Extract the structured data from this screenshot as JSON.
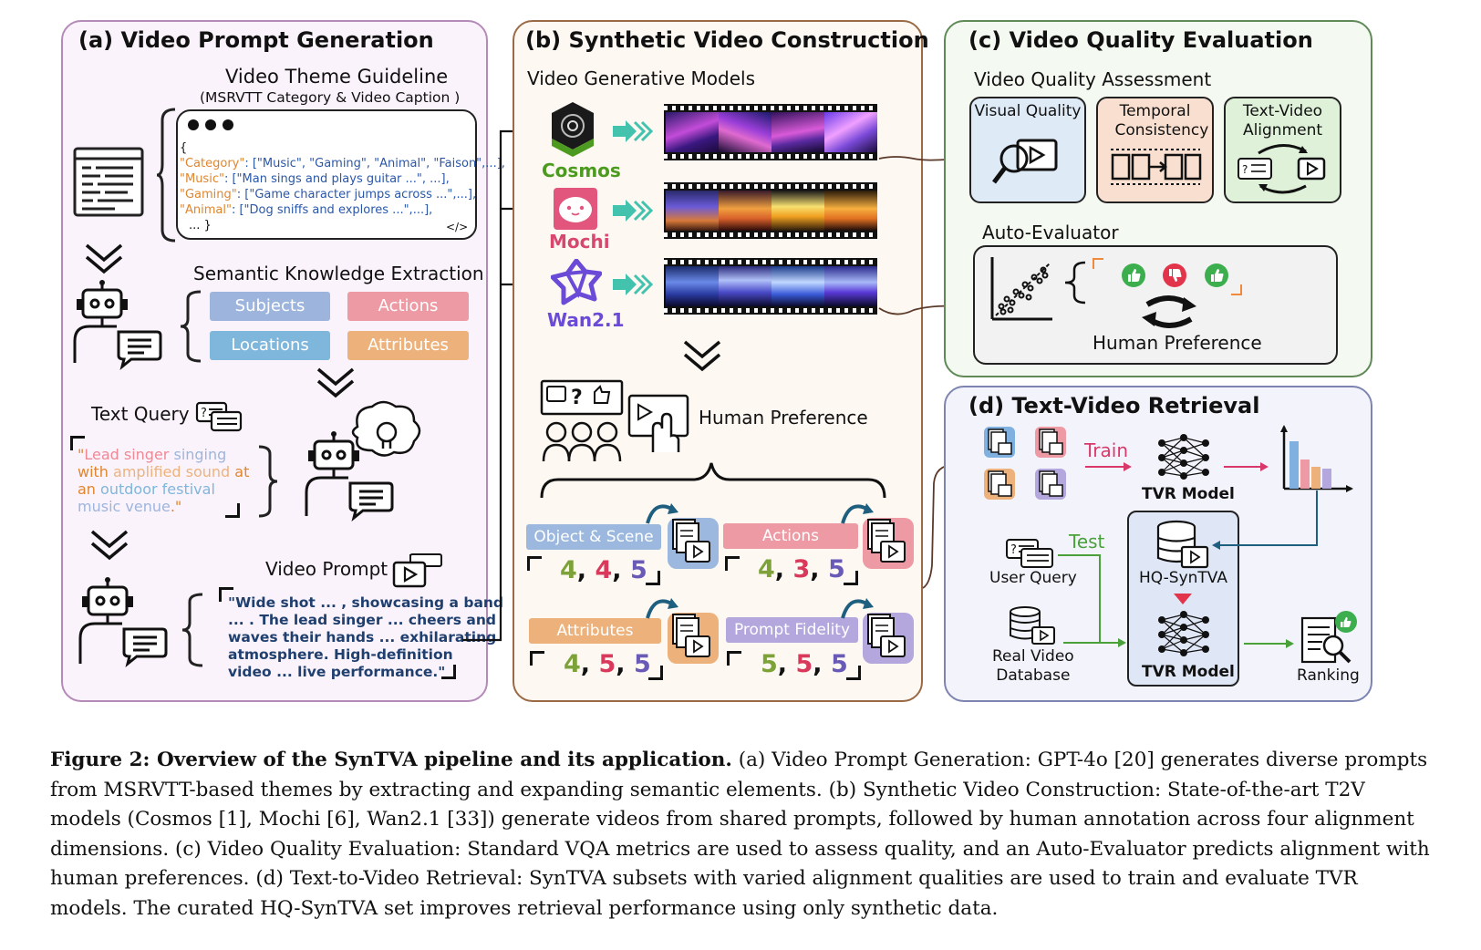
{
  "panel_a": {
    "title": "(a) Video Prompt Generation",
    "theme_title": "Video Theme Guideline",
    "theme_sub": "(MSRVTT Category & Video Caption )",
    "json_lines": [
      {
        "key": "",
        "val": "{"
      },
      {
        "key": "\"Category\"",
        "val": ": [\"Music\", \"Gaming\", \"Animal\", \"Faison\",...],"
      },
      {
        "key": "\"Music\"",
        "val": ": [\"Man sings and plays guitar ...\", ...],"
      },
      {
        "key": "\"Gaming\"",
        "val": ": [\"Game character jumps across ...\",...],"
      },
      {
        "key": "\"Animal\"",
        "val": ": [\"Dog sniffs and explores ...\",...],"
      },
      {
        "key": "",
        "val": "... }"
      }
    ],
    "code_icon": "</>",
    "ske_title": "Semantic Knowledge Extraction",
    "tags": [
      "Subjects",
      "Actions",
      "Locations",
      "Attributes"
    ],
    "text_query_label": "Text Query",
    "query_parts": [
      "\"",
      "Lead singer",
      " singing",
      " with",
      " amplified sound",
      " at",
      " an",
      " outdoor festival",
      " music venue",
      ".\""
    ],
    "video_prompt_label": "Video Prompt",
    "video_prompt_text": [
      "\"Wide shot ... , showcasing a band",
      "... . The lead singer ... cheers and",
      "waves their hands ... exhilarating",
      "atmosphere. High-definition",
      "video ... live performance.\""
    ]
  },
  "panel_b": {
    "title": "(b) Synthetic Video Construction",
    "models_label": "Video Generative Models",
    "models": [
      "Cosmos",
      "Mochi",
      "Wan2.1"
    ],
    "human_pref": "Human Preference",
    "dims": [
      {
        "label": "Object & Scene",
        "scores": [
          "4",
          "4",
          "5"
        ]
      },
      {
        "label": "Actions",
        "scores": [
          "4",
          "3",
          "5"
        ]
      },
      {
        "label": "Attributes",
        "scores": [
          "4",
          "5",
          "5"
        ]
      },
      {
        "label": "Prompt Fidelity",
        "scores": [
          "5",
          "5",
          "5"
        ]
      }
    ]
  },
  "panel_c": {
    "title": "(c) Video Quality Evaluation",
    "vqa_label": "Video Quality Assessment",
    "cards": [
      "Visual Quality",
      "Temporal Consistency",
      "Text-Video Alignment"
    ],
    "auto_eval": "Auto-Evaluator",
    "human_pref": "Human Preference"
  },
  "panel_d": {
    "title": "(d) Text-Video Retrieval",
    "train": "Train",
    "test": "Test",
    "tvr_model": "TVR Model",
    "hq": "HQ-SynTVA",
    "user_query": "User Query",
    "real_db": [
      "Real Video",
      "Database"
    ],
    "ranking": "Ranking"
  },
  "caption": {
    "bold": "Figure 2: Overview of the SynTVA pipeline and its application.",
    "text": " (a) Video Prompt Generation: GPT-4o [20] generates diverse prompts from MSRVTT-based themes by extracting and expanding semantic elements. (b) Synthetic Video Construction: State-of-the-art T2V models (Cosmos [1], Mochi [6], Wan2.1 [33]) generate videos from shared prompts, followed by human annotation across four alignment dimensions. (c) Video Quality Evaluation: Standard VQA metrics are used to assess quality, and an Auto-Evaluator predicts alignment with human preferences. (d) Text-to-Video Retrieval: SynTVA subsets with varied alignment qualities are used to train and evaluate TVR models. The curated HQ-SynTVA set improves retrieval performance using only synthetic data."
  },
  "colors": {
    "panel_a_border": "#b48ab8",
    "panel_a_bg": "#fbf3fb",
    "panel_b_border": "#9a6a45",
    "panel_b_bg": "#fdf8f2",
    "panel_c_border": "#5f8a57",
    "panel_c_bg": "#f4f9f1",
    "panel_d_border": "#7d84b0",
    "panel_d_bg": "#f3f4fb",
    "subjects": "#9db5dd",
    "actions": "#ee9aa4",
    "locations": "#7fb6dc",
    "attributes": "#edb27b",
    "prompt_fidelity": "#b3a7dd",
    "object_scene": "#9cb8de",
    "score_green": "#7ea23a",
    "score_red": "#d9395b",
    "score_purple": "#6a5ab8",
    "cosmos": "#4c9a1f",
    "mochi": "#d8476e",
    "wan": "#6a4ad6",
    "train": "#d9396a",
    "test": "#4aa13a"
  }
}
